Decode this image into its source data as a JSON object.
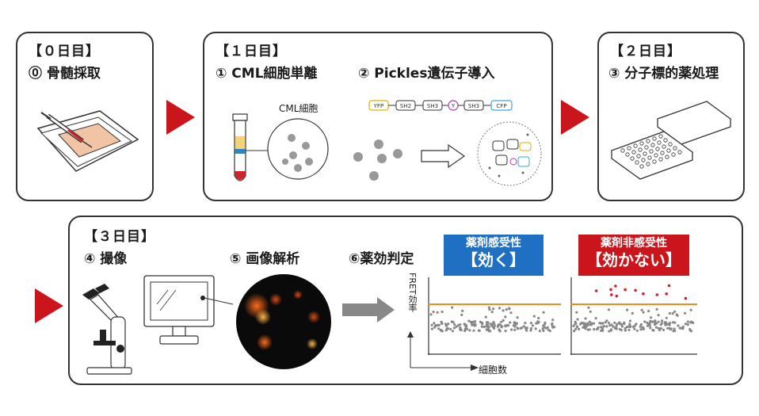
{
  "panels": {
    "day0": {
      "day": "【０日目】",
      "step": "⓪ 骨髄採取"
    },
    "day1": {
      "day": "【１日目】",
      "step1": "① CML細胞単離",
      "step2": "② Pickles遺伝子導入",
      "cell_label": "CML細胞"
    },
    "day2": {
      "day": "【２日目】",
      "step": "③ 分子標的薬処理"
    },
    "day3": {
      "day": "【３日目】",
      "step4": "④ 撮像",
      "step5": "⑤ 画像解析",
      "step6": "⑥薬効判定"
    }
  },
  "construct": [
    "YFP",
    "SH2",
    "SH3",
    "Y",
    "SH3",
    "CFP"
  ],
  "result": {
    "sensitive_title": "薬剤感受性",
    "sensitive_verdict": "【効く】",
    "resistant_title": "薬剤非感受性",
    "resistant_verdict": "【効かない】",
    "y_axis": "FRET効率",
    "x_axis": "細胞数"
  },
  "colors": {
    "accent_red": "#c9151b",
    "badge_blue": "#1f6fc2",
    "badge_red": "#c9151b",
    "threshold": "#f08a1c"
  }
}
